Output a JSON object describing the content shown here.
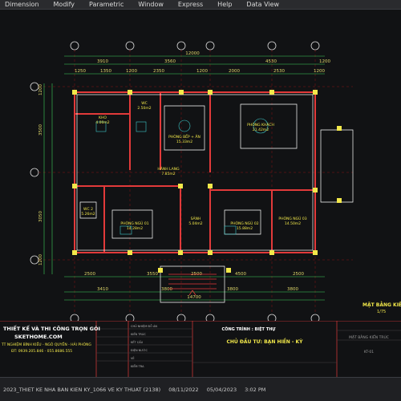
{
  "menu": {
    "items": [
      "Dimension",
      "Modify",
      "Parametric",
      "Window",
      "Express",
      "Help",
      "Data View"
    ]
  },
  "drawing": {
    "dims_top": [
      "12000",
      "3910",
      "3560",
      "4530",
      "1200"
    ],
    "dims_top_sub": [
      "1250",
      "1350",
      "1200",
      "2350",
      "1200",
      "2000",
      "2530",
      "1200"
    ],
    "dims_bottom": [
      "2500",
      "3550",
      "2500",
      "4500",
      "2500"
    ],
    "dims_bottom2": [
      "3410",
      "3800",
      "3800",
      "3800"
    ],
    "dims_bottom_total": "14700",
    "dims_left": [
      "1200",
      "3500",
      "3050",
      "1200"
    ],
    "rooms": [
      {
        "name": "KHO",
        "area": "4.00m2"
      },
      {
        "name": "WC",
        "area": "2.50m2"
      },
      {
        "name": "PHÒNG KHÁCH",
        "area": "21.42m2"
      },
      {
        "name": "PHÒNG BẾP + ĂN",
        "area": "15.33m2"
      },
      {
        "name": "PHÒNG NGỦ 01",
        "area": "14.28m2"
      },
      {
        "name": "PHÒNG NGỦ 02",
        "area": "15.88m2"
      },
      {
        "name": "SẢNH",
        "area": "5.04m2"
      },
      {
        "name": "HÀNH LANG",
        "area": "7.85m2"
      },
      {
        "name": "WC 2",
        "area": "5.26m2"
      },
      {
        "name": "PHÒNG NGỦ 03",
        "area": "14.50m2"
      }
    ],
    "label_side": "MẶT BẰNG KIẾN",
    "label_side_scale": "1/75"
  },
  "titleblock": {
    "company_line1": "THIẾT KẾ VÀ THI CÔNG TRỌN GÓI",
    "company_line2": "SKETHOME.COM",
    "company_line3": "TT NGHIỆM BÌNH KIỀU - NGÔ QUYỀN - HẢI PHÒNG",
    "company_phone": "ĐT: 0939.205.846 - 055.8686.555",
    "project_label": "CÔNG TRÌNH : BIỆT THỰ",
    "owner_label": "CHỦ ĐẦU TƯ: BẠN HIỀN - KỲ",
    "roles": [
      "CHỦ NHIỆM ĐỒ ÁN",
      "KIẾN TRÚC",
      "KẾT CẤU",
      "ĐIỆN NƯỚC",
      "VẼ",
      "KIỂM TRA"
    ],
    "sheet_title": "MẶT BẰNG KIẾN TRÚC",
    "sheet_code": "KT-01"
  },
  "status": {
    "text": "2023_THIET KE NHA BAN KIEN KY_1066 VE KY THUAT (2138)",
    "date1": "08/11/2022",
    "date2": "05/04/2023",
    "time": "3:02 PM"
  }
}
